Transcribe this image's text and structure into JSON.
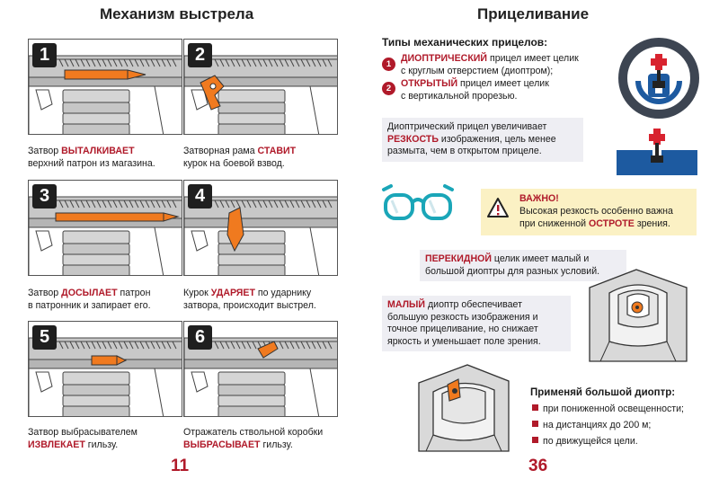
{
  "left_page": {
    "title": "Механизм выстрела",
    "page_number": "11",
    "steps": [
      {
        "number": "1",
        "line1_pre": "Затвор ",
        "line1_em": "ВЫТАЛКИВАЕТ",
        "line1_post": "",
        "line2_pre": "верхний патрон из магазина.",
        "line2_em": "",
        "line2_post": ""
      },
      {
        "number": "2",
        "line1_pre": "Затворная рама ",
        "line1_em": "СТАВИТ",
        "line1_post": "",
        "line2_pre": "курок на боевой взвод.",
        "line2_em": "",
        "line2_post": ""
      },
      {
        "number": "3",
        "line1_pre": "Затвор ",
        "line1_em": "ДОСЫЛАЕТ",
        "line1_post": " патрон",
        "line2_pre": "в патронник и запирает его.",
        "line2_em": "",
        "line2_post": ""
      },
      {
        "number": "4",
        "line1_pre": "Курок ",
        "line1_em": "УДАРЯЕТ",
        "line1_post": " по ударнику",
        "line2_pre": "затвора, происходит выстрел.",
        "line2_em": "",
        "line2_post": ""
      },
      {
        "number": "5",
        "line1_pre": "Затвор выбрасывателем",
        "line1_em": "",
        "line1_post": "",
        "line2_pre": "",
        "line2_em": "ИЗВЛЕКАЕТ",
        "line2_post": " гильзу."
      },
      {
        "number": "6",
        "line1_pre": "Отражатель ствольной коробки",
        "line1_em": "",
        "line1_post": "",
        "line2_pre": "",
        "line2_em": "ВЫБРАСЫВАЕТ",
        "line2_post": " гильзу."
      }
    ]
  },
  "right_page": {
    "title": "Прицеливание",
    "page_number": "36",
    "types_heading": "Типы механических прицелов:",
    "type1": {
      "num": "1",
      "em": "ДИОПТРИЧЕСКИЙ",
      "rest": " прицел имеет целик",
      "line2": "с круглым отверстием (диоптром);"
    },
    "type2": {
      "num": "2",
      "em": "ОТКРЫТЫЙ",
      "rest": " прицел имеет целик",
      "line2": "с вертикальной прорезью."
    },
    "info1": {
      "line1": "Диоптрический прицел увеличивает",
      "line2_em": "РЕЗКОСТЬ",
      "line2_rest": " изображения, цель менее",
      "line3": "размыта, чем в открытом прицеле."
    },
    "warning": {
      "title": "ВАЖНО!",
      "line1": "Высокая резкость особенно важна",
      "line2_pre": "при сниженной ",
      "line2_em": "ОСТРОТЕ",
      "line2_post": " зрения."
    },
    "flip": {
      "em": "ПЕРЕКИДНОЙ",
      "rest": " целик имеет малый и",
      "line2": "большой диоптры для разных условий."
    },
    "small": {
      "em": "МАЛЫЙ",
      "rest": " диоптр обеспечивает",
      "line2": "большую резкость изображения и",
      "line3": "точное прицеливание, но  снижает",
      "line4": "яркость и уменьшает поле зрения."
    },
    "big": {
      "heading": "Применяй большой диоптр:",
      "items": [
        "при пониженной освещенности;",
        "на дистанциях до 200 м;",
        "по движущейся цели."
      ]
    }
  },
  "colors": {
    "accent_red": "#b01a2a",
    "accent_orange": "#f07a1f",
    "warning_bg": "#fbf1c4",
    "box_bg": "#eeeef3",
    "glasses_teal": "#1aa6b8"
  }
}
